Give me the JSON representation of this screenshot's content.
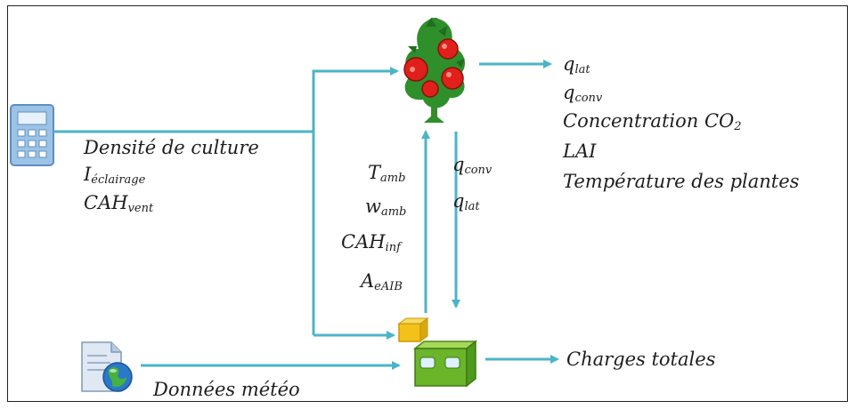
{
  "inputs": {
    "line1": "Densité de culture",
    "line2_main": "I",
    "line2_sub": "éclairage",
    "line3_main": "CAH",
    "line3_sub": "vent"
  },
  "to_plant": [
    {
      "main": "T",
      "sub": "amb"
    },
    {
      "main": "w",
      "sub": "amb"
    },
    {
      "main": "CAH",
      "sub": "inf"
    },
    {
      "main": "A",
      "sub": "eAIB"
    }
  ],
  "from_plant": [
    {
      "main": "q",
      "sub": "conv"
    },
    {
      "main": "q",
      "sub": "lat"
    }
  ],
  "outputs": [
    {
      "main": "q",
      "sub": "lat"
    },
    {
      "main": "q",
      "sub": "conv"
    },
    {
      "main": "Concentration CO",
      "sub": "2"
    },
    {
      "main": "LAI",
      "sub": ""
    },
    {
      "main": "Température des plantes",
      "sub": ""
    }
  ],
  "weather_label": "Données météo",
  "total_label": "Charges totales",
  "colors": {
    "arrow": "#4bb4c8",
    "text": "#1e1e1e"
  }
}
